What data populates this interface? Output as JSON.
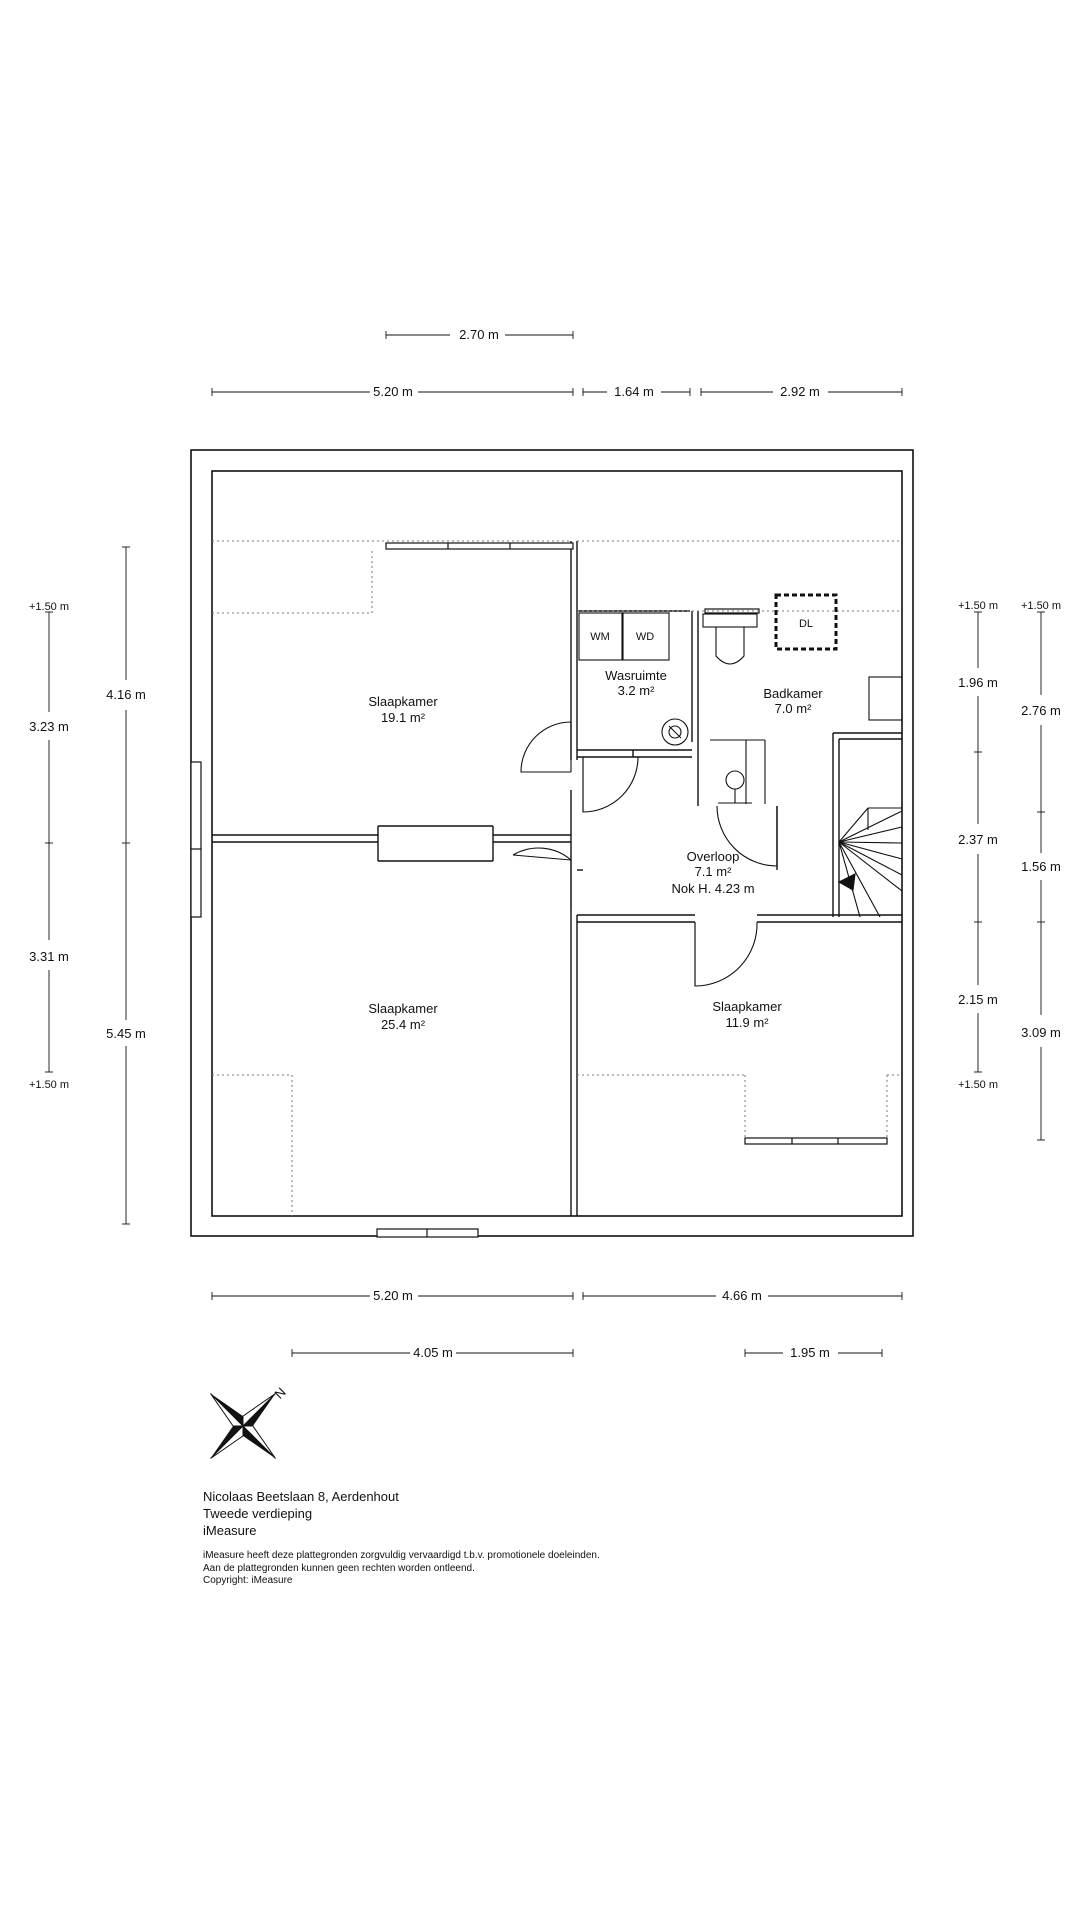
{
  "dimensions": {
    "top_overall_5_20": "5.20 m",
    "top_2_70": "2.70 m",
    "top_1_64": "1.64 m",
    "top_2_92": "2.92 m",
    "bottom_5_20": "5.20 m",
    "bottom_4_66": "4.66 m",
    "bottom_4_05": "4.05 m",
    "bottom_1_95": "1.95 m",
    "left_4_16": "4.16 m",
    "left_5_45": "5.45 m",
    "left_3_23": "3.23 m",
    "left_3_31": "3.31 m",
    "left_h_top": "+1.50 m",
    "left_h_bottom": "+1.50 m",
    "right_1_96": "1.96 m",
    "right_2_37": "2.37 m",
    "right_2_15": "2.15 m",
    "right_2_76": "2.76 m",
    "right_1_56": "1.56 m",
    "right_3_09": "3.09 m",
    "right_h_top_a": "+1.50 m",
    "right_h_top_b": "+1.50 m",
    "right_h_bottom": "+1.50 m"
  },
  "rooms": {
    "slaapkamer_nw": {
      "name": "Slaapkamer",
      "area": "19.1 m²"
    },
    "slaapkamer_sw": {
      "name": "Slaapkamer",
      "area": "25.4 m²"
    },
    "slaapkamer_se": {
      "name": "Slaapkamer",
      "area": "11.9 m²"
    },
    "wasruimte": {
      "name": "Wasruimte",
      "area": "3.2 m²"
    },
    "badkamer": {
      "name": "Badkamer",
      "area": "7.0 m²"
    },
    "overloop": {
      "name": "Overloop",
      "area": "7.1 m²",
      "note": "Nok H. 4.23 m"
    }
  },
  "fixtures": {
    "wm": "WM",
    "wd": "WD",
    "dl": "DL"
  },
  "compass": {
    "north_letter": "N"
  },
  "footer": {
    "address": "Nicolaas Beetslaan 8, Aerdenhout",
    "floor": "Tweede verdieping",
    "company": "iMeasure",
    "disclaimer_1": "iMeasure heeft deze plattegronden zorgvuldig vervaardigd t.b.v. promotionele doeleinden.",
    "disclaimer_2": "Aan de plattegronden kunnen geen rechten worden ontleend.",
    "copyright": "Copyright: iMeasure"
  }
}
